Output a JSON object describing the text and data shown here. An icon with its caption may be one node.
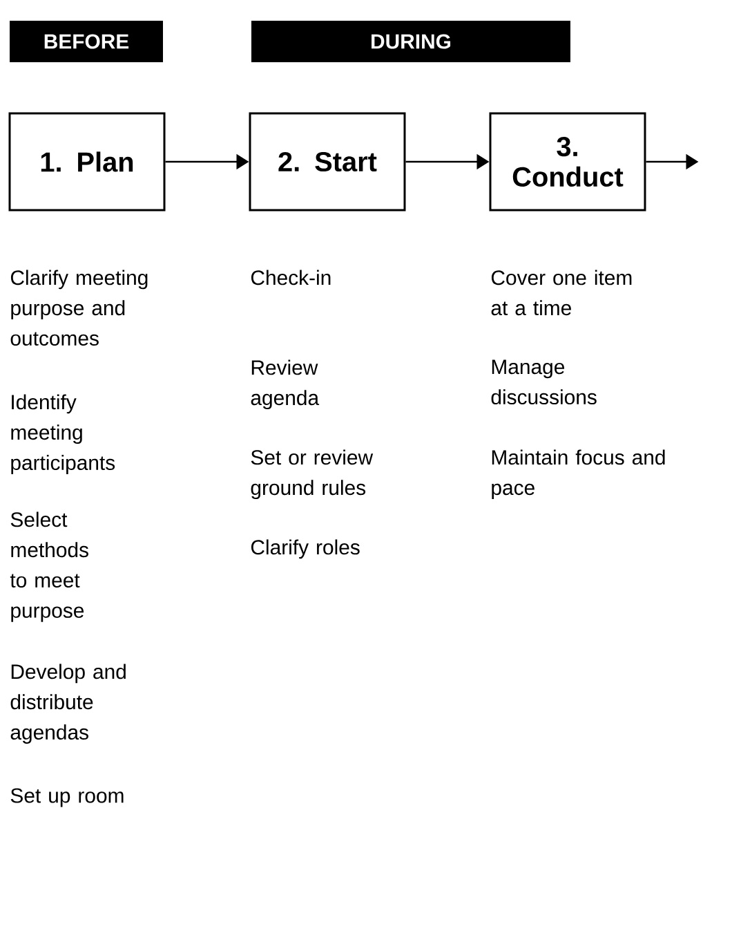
{
  "diagram": {
    "nodes": [
      {
        "text": [
          "BEFORE"
        ]
      },
      {
        "text": [
          "DURING"
        ]
      },
      {
        "text": [
          "1. Plan"
        ]
      },
      {
        "text": [
          "2. Start"
        ]
      },
      {
        "text": [
          "3. Conduct"
        ]
      }
    ],
    "edges": [
      {
        "from": 2,
        "to": 3,
        "arrow": "to"
      },
      {
        "from": 3,
        "to": 4,
        "arrow": "to"
      },
      {
        "from": 4,
        "to": null,
        "arrow": "to"
      }
    ],
    "labels": [
      "Clarify meeting purpose and outcomes",
      "Identify meeting participants",
      "Select methods to meet purpose",
      "Develop and distribute agendas",
      "Set up room",
      "Check-in",
      "Review agenda",
      "Set or review ground rules",
      "Clarify roles",
      "Cover one item at a time",
      "Manage discussions",
      "Maintain focus and pace"
    ]
  }
}
